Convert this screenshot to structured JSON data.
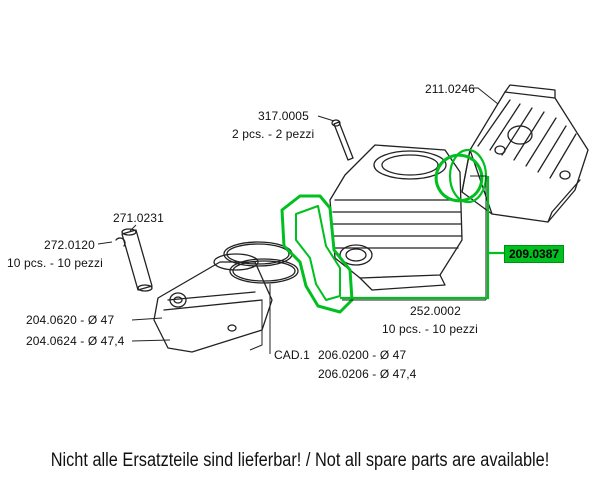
{
  "labels": {
    "head_part": "211.0246",
    "bolt_part": "317.0005",
    "bolt_qty": "2 pcs. - 2 pezzi",
    "pin_part": "271.0231",
    "clip_part": "272.0120",
    "clip_qty": "10 pcs. - 10 pezzi",
    "piston_a": "204.0620 - Ø 47",
    "piston_b": "204.0624 - Ø 47,4",
    "gasket_kit": "209.0387",
    "base_gasket_part": "252.0002",
    "base_gasket_qty": "10 pcs. - 10 pezzi",
    "ring_cad": "CAD.1",
    "ring_a": "206.0200 - Ø 47",
    "ring_b": "206.0206 - Ø 47,4"
  },
  "footer": "Nicht alle Ersatzteile sind lieferbar! / Not all spare parts are available!",
  "colors": {
    "highlight": "#00c020",
    "line": "#222222"
  }
}
